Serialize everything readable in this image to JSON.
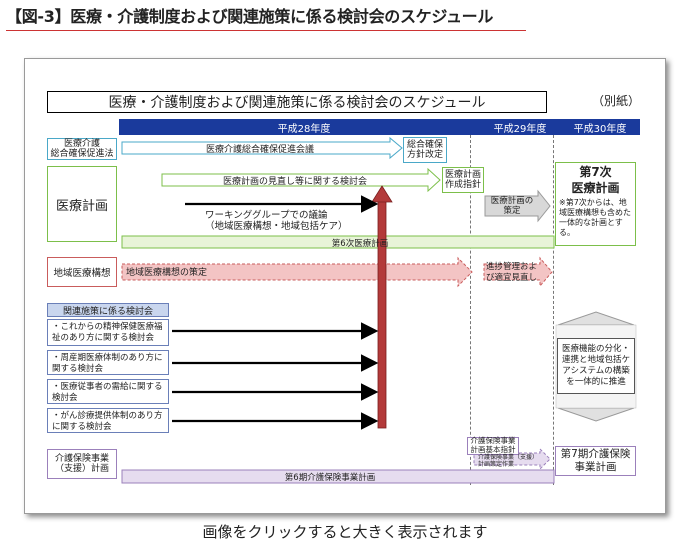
{
  "page_title": "【図-3】医療・介護制度および関連施策に係る検討会のスケジュール",
  "diagram": {
    "title": "医療・介護制度および関連施策に係る検討会のスケジュール",
    "appendix_label": "（別紙）",
    "years": [
      "平成28年度",
      "平成29年度",
      "平成30年度"
    ],
    "rows": {
      "law": "医療介護\n総合確保促進法",
      "iryou": "医療計画",
      "chiiki": "地域医療構想",
      "group_header": "関連施策に係る検討会",
      "kaigo": "介護保険事業\n（支援）計画"
    },
    "arrows": {
      "law_meeting": "医療介護総合確保促進会議",
      "law_result": "総合確保\n方針改定",
      "iryou_review": "医療計画の見直し等に関する検討会",
      "iryou_guideline": "医療計画\n作成指針",
      "iryou_strategy": "医療計画の\n策定",
      "wg_text": "ワーキンググループでの議論\n（地域医療構想・地域包括ケア）",
      "sixth_plan": "第6次医療計画",
      "chiiki_plan": "地域医療構想の策定",
      "chiiki_review": "進捗管理およ\nび適宜見直し",
      "kaigo_guideline": "介護保険事業\n計画基本指針",
      "kaigo_small": "介護保険事業（支援）\n計画策定作業",
      "kaigo_sixth": "第6期介護保険事業計画"
    },
    "meetings": [
      "・これからの精神保健医療福祉のあり方に関する検討会",
      "・周産期医療体制のあり方に関する検討会",
      "・医療従事者の需給に関する検討会",
      "・がん診療提供体制のあり方に関する検討会"
    ],
    "seventh_plan": {
      "title": "第7次\n医療計画",
      "note": "※第7次からは、地域医療構想も含めた一体的な計画とする。"
    },
    "integration_note": "医療機能の分化・連携と地域包括ケアシステムの構築を一体的に推進",
    "seventh_kaigo": "第7期介護保険\n事業計画",
    "colors": {
      "title_rule": "#cc3333",
      "timeline": "#1a3a9c",
      "law_border": "#4aa8c8",
      "iryou_border": "#7cbf4a",
      "green_fill": "#e8f4d8",
      "red_fill": "#f3c4c4",
      "red_border": "#c95c5c",
      "purple_fill": "#e6dcef",
      "purple_border": "#9b80bb",
      "vertical_arrow": "#b33a3a",
      "group_fill": "#c9d6ee"
    }
  },
  "bottom_link": "画像をクリックすると大きく表示されます"
}
